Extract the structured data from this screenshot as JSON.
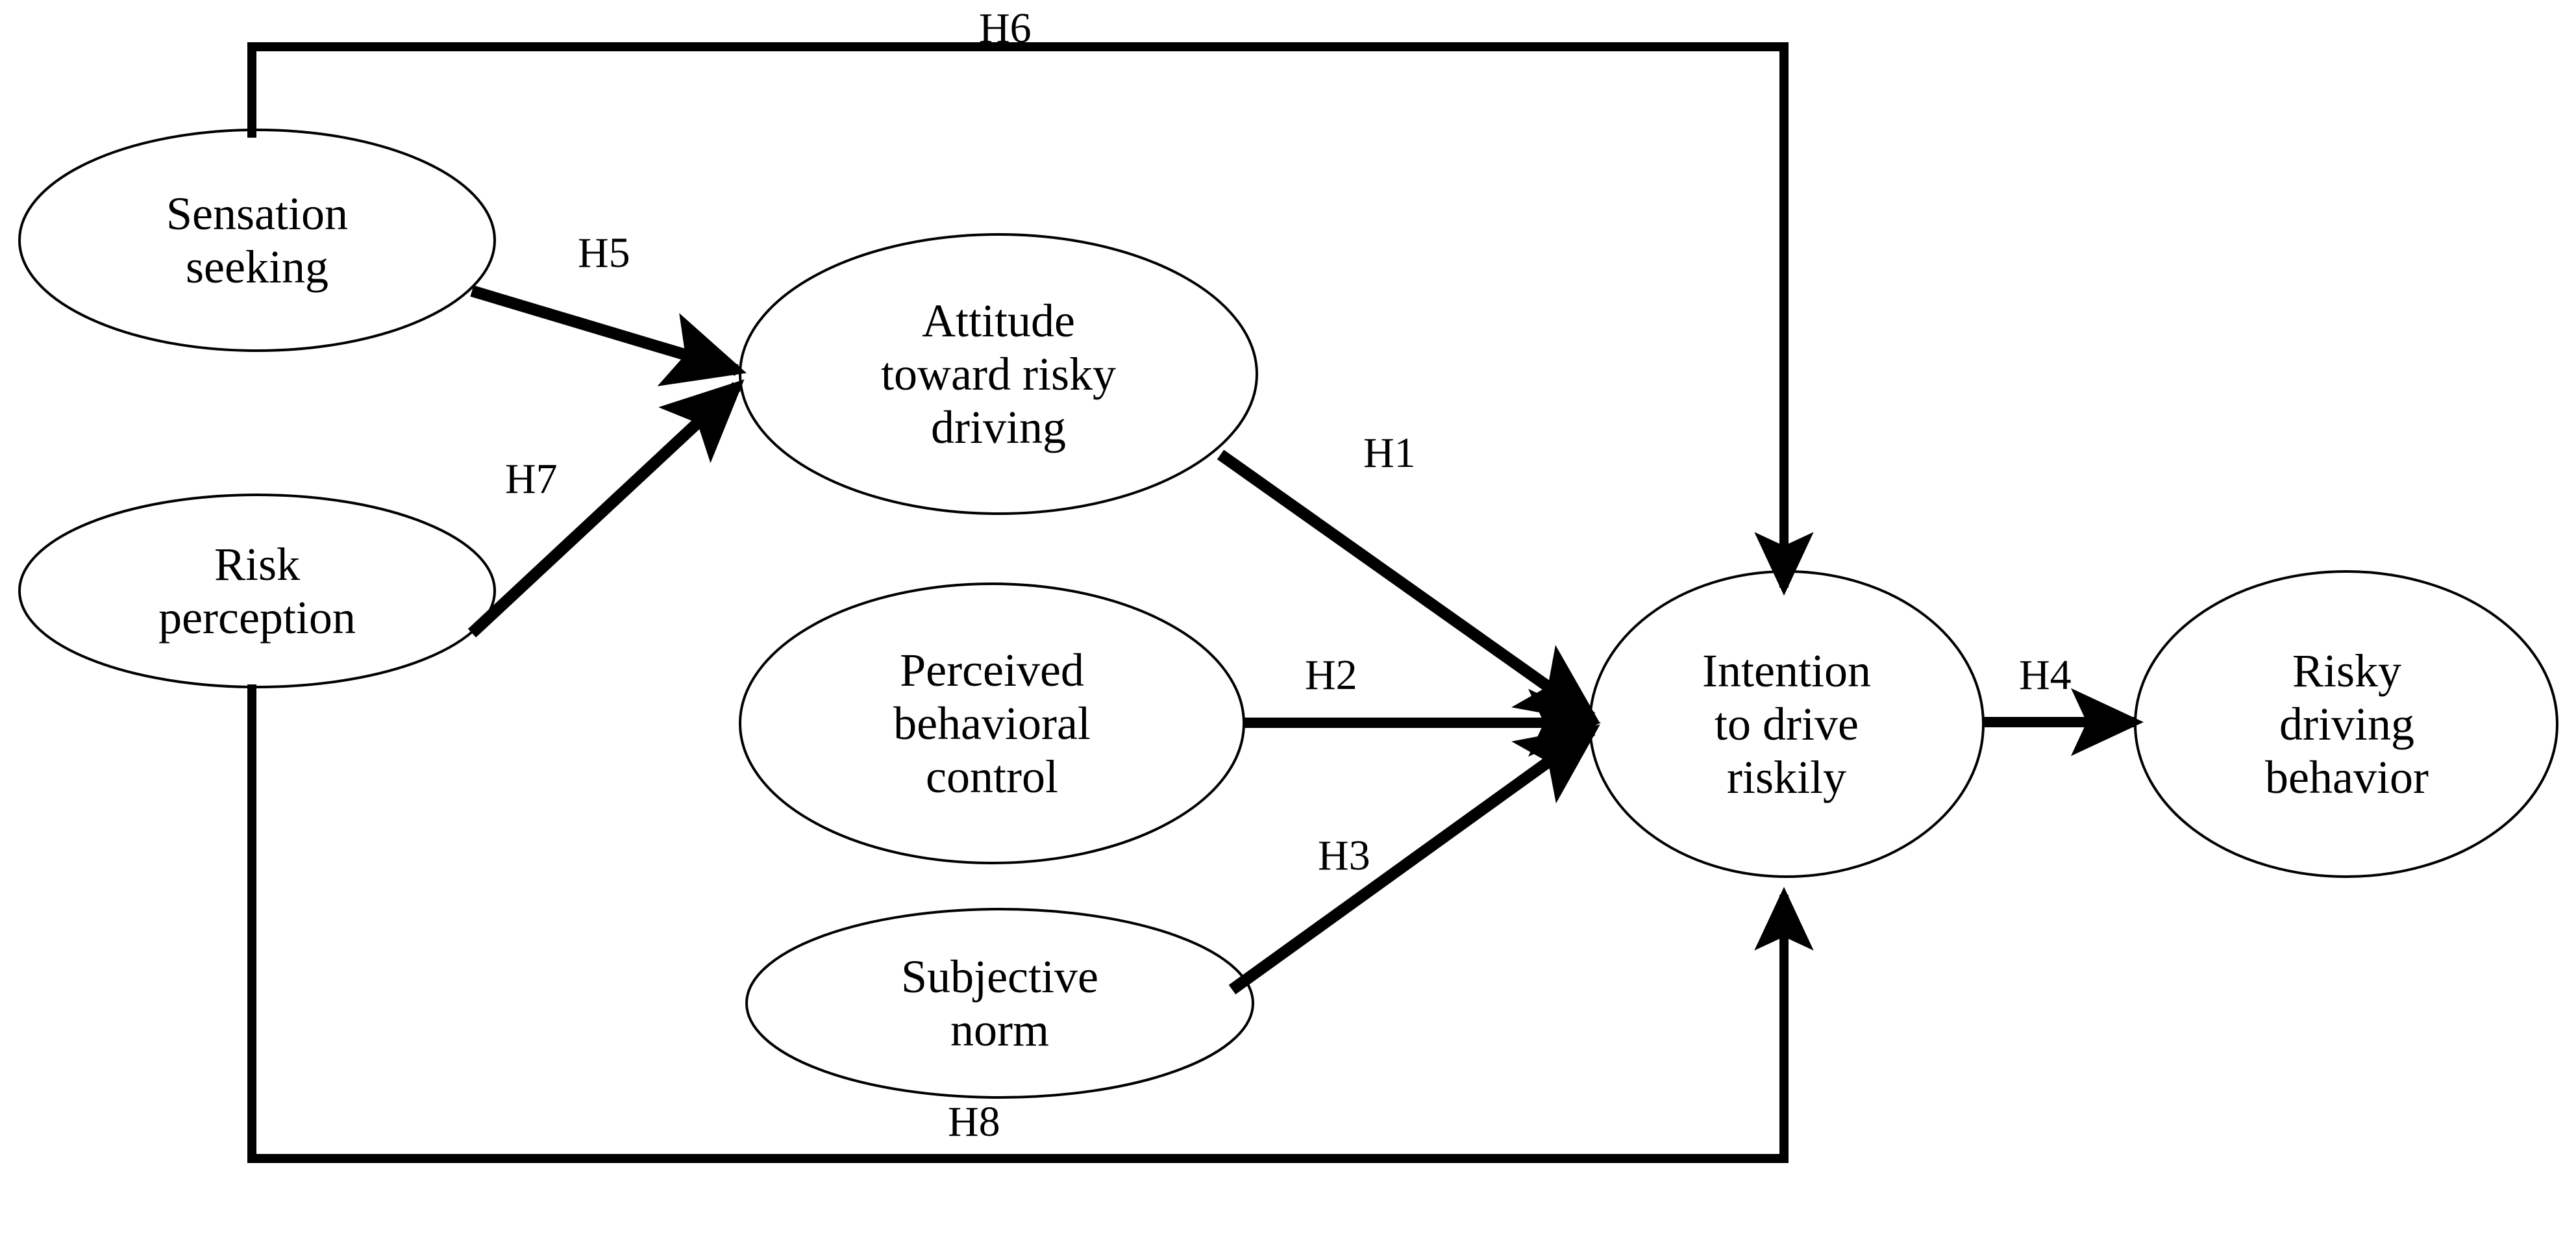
{
  "figure": {
    "type": "path-diagram",
    "background_color": "#ffffff",
    "stroke_color": "#000000",
    "node_shape": "ellipse",
    "node_fill": "#ffffff"
  },
  "nodes": [
    {
      "id": "sensation-seeking",
      "label": "Sensation\nseeking"
    },
    {
      "id": "risk-perception",
      "label": "Risk\nperception"
    },
    {
      "id": "attitude-toward-risky-driving",
      "label": "Attitude\ntoward risky\ndriving"
    },
    {
      "id": "perceived-behavioral-control",
      "label": "Perceived\nbehavioral\ncontrol"
    },
    {
      "id": "subjective-norm",
      "label": "Subjective\nnorm"
    },
    {
      "id": "intention-to-drive-riskily",
      "label": "Intention\nto drive\nriskily"
    },
    {
      "id": "risky-driving-behavior",
      "label": "Risky\ndriving\nbehavior"
    }
  ],
  "edges": [
    {
      "id": "h1",
      "label": "H1",
      "from": "attitude-toward-risky-driving",
      "to": "intention-to-drive-riskily"
    },
    {
      "id": "h2",
      "label": "H2",
      "from": "perceived-behavioral-control",
      "to": "intention-to-drive-riskily"
    },
    {
      "id": "h3",
      "label": "H3",
      "from": "subjective-norm",
      "to": "intention-to-drive-riskily"
    },
    {
      "id": "h4",
      "label": "H4",
      "from": "intention-to-drive-riskily",
      "to": "risky-driving-behavior"
    },
    {
      "id": "h5",
      "label": "H5",
      "from": "sensation-seeking",
      "to": "attitude-toward-risky-driving"
    },
    {
      "id": "h6",
      "label": "H6",
      "from": "sensation-seeking",
      "to": "intention-to-drive-riskily"
    },
    {
      "id": "h7",
      "label": "H7",
      "from": "risk-perception",
      "to": "attitude-toward-risky-driving"
    },
    {
      "id": "h8",
      "label": "H8",
      "from": "risk-perception",
      "to": "intention-to-drive-riskily"
    }
  ]
}
